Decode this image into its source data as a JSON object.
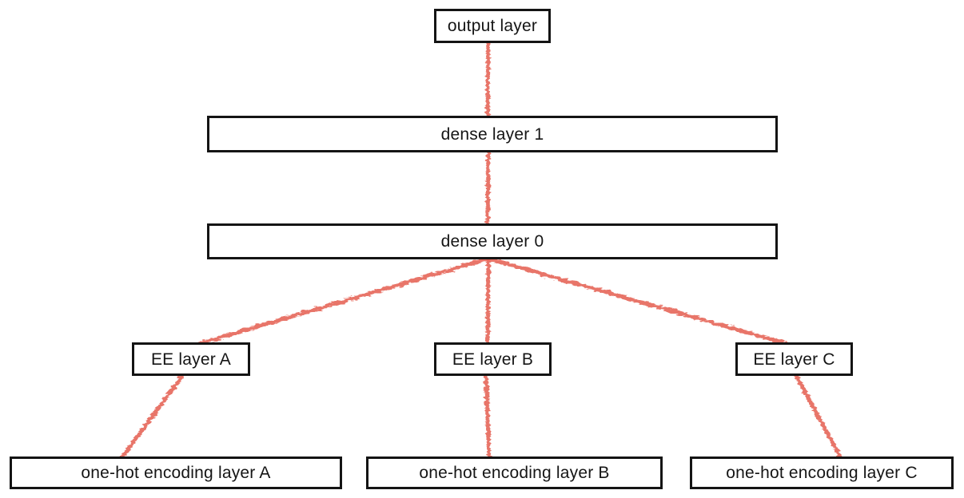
{
  "diagram": {
    "type": "neural-network-architecture",
    "nodes": {
      "output": {
        "label": "output layer"
      },
      "dense1": {
        "label": "dense layer 1"
      },
      "dense0": {
        "label": "dense layer 0"
      },
      "ee_a": {
        "label": "EE layer A"
      },
      "ee_b": {
        "label": "EE layer B"
      },
      "ee_c": {
        "label": "EE layer C"
      },
      "onehot_a": {
        "label": "one-hot encoding layer A"
      },
      "onehot_b": {
        "label": "one-hot encoding layer B"
      },
      "onehot_c": {
        "label": "one-hot encoding layer C"
      }
    },
    "edges": [
      {
        "from": "output layer",
        "to": "dense layer 1"
      },
      {
        "from": "dense layer 1",
        "to": "dense layer 0"
      },
      {
        "from": "dense layer 0",
        "to": "EE layer A"
      },
      {
        "from": "dense layer 0",
        "to": "EE layer B"
      },
      {
        "from": "dense layer 0",
        "to": "EE layer C"
      },
      {
        "from": "EE layer A",
        "to": "one-hot encoding layer A"
      },
      {
        "from": "EE layer B",
        "to": "one-hot encoding layer B"
      },
      {
        "from": "EE layer C",
        "to": "one-hot encoding layer C"
      }
    ],
    "colors": {
      "edge": "#e7695d",
      "box_border": "#141414",
      "box_fill": "#ffffff",
      "text": "#151515",
      "background": "#ffffff"
    }
  }
}
